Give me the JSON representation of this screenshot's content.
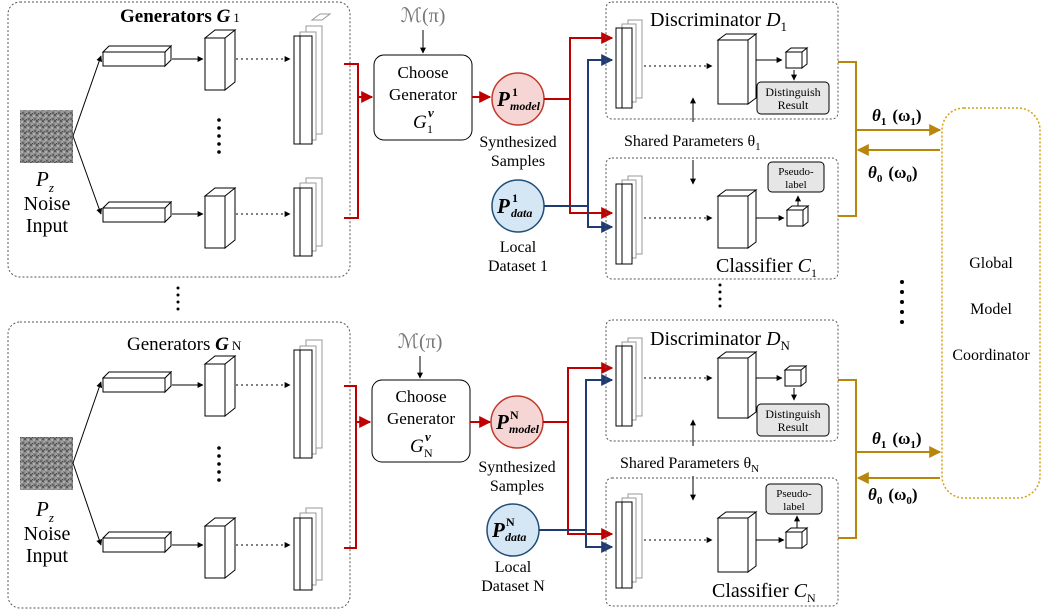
{
  "upper": {
    "generators_title": "Generators",
    "generators_symbol": "G",
    "generators_index": "1",
    "pz_label": "P",
    "pz_sub": "z",
    "noise_line1": "Noise",
    "noise_line2": "Input",
    "m_pi": "ℳ(π)",
    "choose_line1": "Choose",
    "choose_line2": "Generator",
    "choose_symbol": "G",
    "choose_sub": "1",
    "choose_sup": "v",
    "p_model_symbol": "P",
    "p_model_sup": "1",
    "p_model_sub": "model",
    "synth_line1": "Synthesized",
    "synth_line2": "Samples",
    "p_data_symbol": "P",
    "p_data_sup": "1",
    "p_data_sub": "data",
    "local_line1": "Local",
    "local_line2": "Dataset 1",
    "disc_title": "Discriminator",
    "disc_symbol": "D",
    "disc_sub": "1",
    "distinguish_line1": "Distinguish",
    "distinguish_line2": "Result",
    "shared_params": "Shared Parameters θ",
    "shared_sub": "1",
    "pseudo_line1": "Pseudo-",
    "pseudo_line2": "label",
    "classifier_title": "Classifier",
    "classifier_symbol": "C",
    "classifier_sub": "1",
    "theta1_label": "θ",
    "theta1_sub": "1",
    "omega1_label": "(ω",
    "omega1_sub": "1",
    "theta0_label": "θ",
    "theta0_sub": "0",
    "omega0_label": "(ω",
    "omega0_sub": "0"
  },
  "lower": {
    "generators_title": "Generators",
    "generators_symbol": "G",
    "generators_index": "N",
    "pz_label": "P",
    "pz_sub": "z",
    "noise_line1": "Noise",
    "noise_line2": "Input",
    "m_pi": "ℳ(π)",
    "choose_line1": "Choose",
    "choose_line2": "Generator",
    "choose_symbol": "G",
    "choose_sub": "N",
    "choose_sup": "v",
    "p_model_symbol": "P",
    "p_model_sup": "N",
    "p_model_sub": "model",
    "synth_line1": "Synthesized",
    "synth_line2": "Samples",
    "p_data_symbol": "P",
    "p_data_sup": "N",
    "p_data_sub": "data",
    "local_line1": "Local",
    "local_line2": "Dataset N",
    "disc_title": "Discriminator",
    "disc_symbol": "D",
    "disc_sub": "N",
    "distinguish_line1": "Distinguish",
    "distinguish_line2": "Result",
    "shared_params": "Shared Parameters θ",
    "shared_sub": "N",
    "pseudo_line1": "Pseudo-",
    "pseudo_line2": "label",
    "classifier_title": "Classifier",
    "classifier_symbol": "C",
    "classifier_sub": "N",
    "theta1_label": "θ",
    "theta1_sub": "1",
    "omega1_label": "(ω",
    "omega1_sub": "1",
    "theta0_label": "θ",
    "theta0_sub": "0",
    "omega0_label": "(ω",
    "omega0_sub": "0"
  },
  "coordinator": {
    "line1": "Global",
    "line2": "Model",
    "line3": "Coordinator"
  },
  "colors": {
    "red_arrow": "#c00000",
    "blue_arrow": "#1f3b73",
    "gold_arrow": "#b8860b",
    "model_circle_fill": "#f6d5d5",
    "model_circle_stroke": "#c0392b",
    "data_circle_fill": "#d5e6f4",
    "data_circle_stroke": "#1f4e79",
    "coordinator_border": "#d4a017",
    "result_box_fill": "#e6e6e6"
  }
}
